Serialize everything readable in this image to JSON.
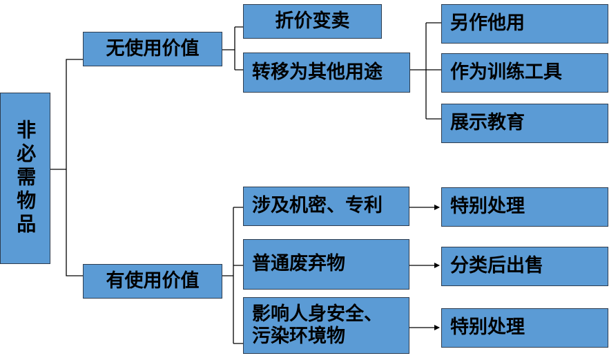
{
  "root": "非必需物品",
  "branches": {
    "no_value": "无使用价值",
    "has_value": "有使用价值"
  },
  "no_value_children": {
    "discount_sale": "折价变卖",
    "repurpose": "转移为其他用途"
  },
  "repurpose_children": {
    "other_use": "另作他用",
    "training_tool": "作为训练工具",
    "display_education": "展示教育"
  },
  "has_value_children": {
    "secret_patent": "涉及机密、专利",
    "ordinary_waste": "普通废弃物",
    "safety_env": "影响人身安全、\n污染环境物"
  },
  "outcomes": {
    "special_1": "特别处理",
    "sort_sell": "分类后出售",
    "special_2": "特别处理"
  },
  "colors": {
    "box_fill": "#5b9bd5",
    "box_border": "#2e3c4e",
    "line": "#000000"
  }
}
